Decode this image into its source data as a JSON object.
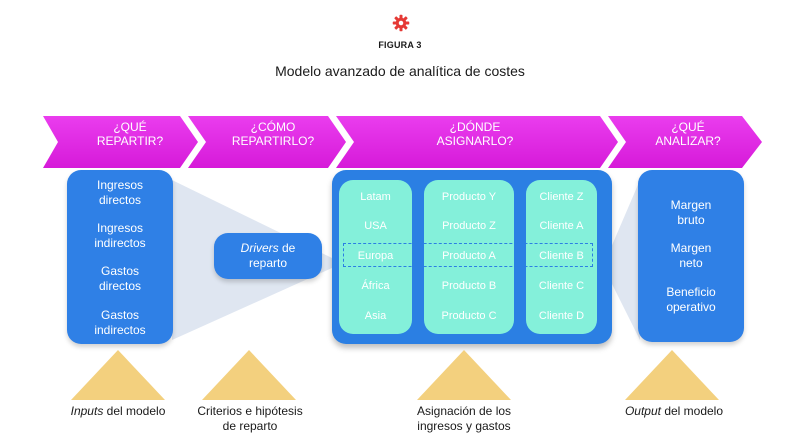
{
  "header": {
    "figure_label": "FIGURA 3",
    "title": "Modelo avanzado de analítica de costes"
  },
  "arrows": [
    {
      "line1": "¿QUÉ",
      "line2": "REPARTIR?"
    },
    {
      "line1": "¿CÓMO",
      "line2": "REPARTIRLO?"
    },
    {
      "line1": "¿DÓNDE",
      "line2": "ASIGNARLO?"
    },
    {
      "line1": "¿QUÉ",
      "line2": "ANALIZAR?"
    }
  ],
  "inputs_card": {
    "items": [
      {
        "line1": "Ingresos",
        "line2": "directos"
      },
      {
        "line1": "Ingresos",
        "line2": "indirectos"
      },
      {
        "line1": "Gastos",
        "line2": "directos"
      },
      {
        "line1": "Gastos",
        "line2": "indirectos"
      }
    ]
  },
  "drivers_card": {
    "italic": "Drivers",
    "rest": " de",
    "line2": "reparto"
  },
  "allocation": {
    "regions": [
      "Latam",
      "USA",
      "Europa",
      "África",
      "Asia"
    ],
    "products": [
      "Producto Y",
      "Producto Z",
      "Producto A",
      "Producto B",
      "Producto C"
    ],
    "clients": [
      "Cliente Z",
      "Cliente A",
      "Cliente B",
      "Cliente C",
      "Cliente D"
    ]
  },
  "output_card": {
    "items": [
      {
        "line1": "Margen",
        "line2": "bruto"
      },
      {
        "line1": "Margen",
        "line2": "neto"
      },
      {
        "line1": "Beneficio",
        "line2": "operativo"
      }
    ]
  },
  "bottom": {
    "inputs": {
      "italic": "Inputs",
      "rest": " del modelo"
    },
    "criteria": {
      "line1": "Criterios e hipótesis",
      "line2": "de reparto"
    },
    "assignment": {
      "line1": "Asignación de los",
      "line2": "ingresos y gastos"
    },
    "output": {
      "italic": "Output",
      "rest": " del modelo"
    }
  },
  "colors": {
    "magenta": "#e225e6",
    "blue": "#2f80e6",
    "mint": "#84f0da",
    "gold": "#f3d07e",
    "gear": "#e53935"
  }
}
